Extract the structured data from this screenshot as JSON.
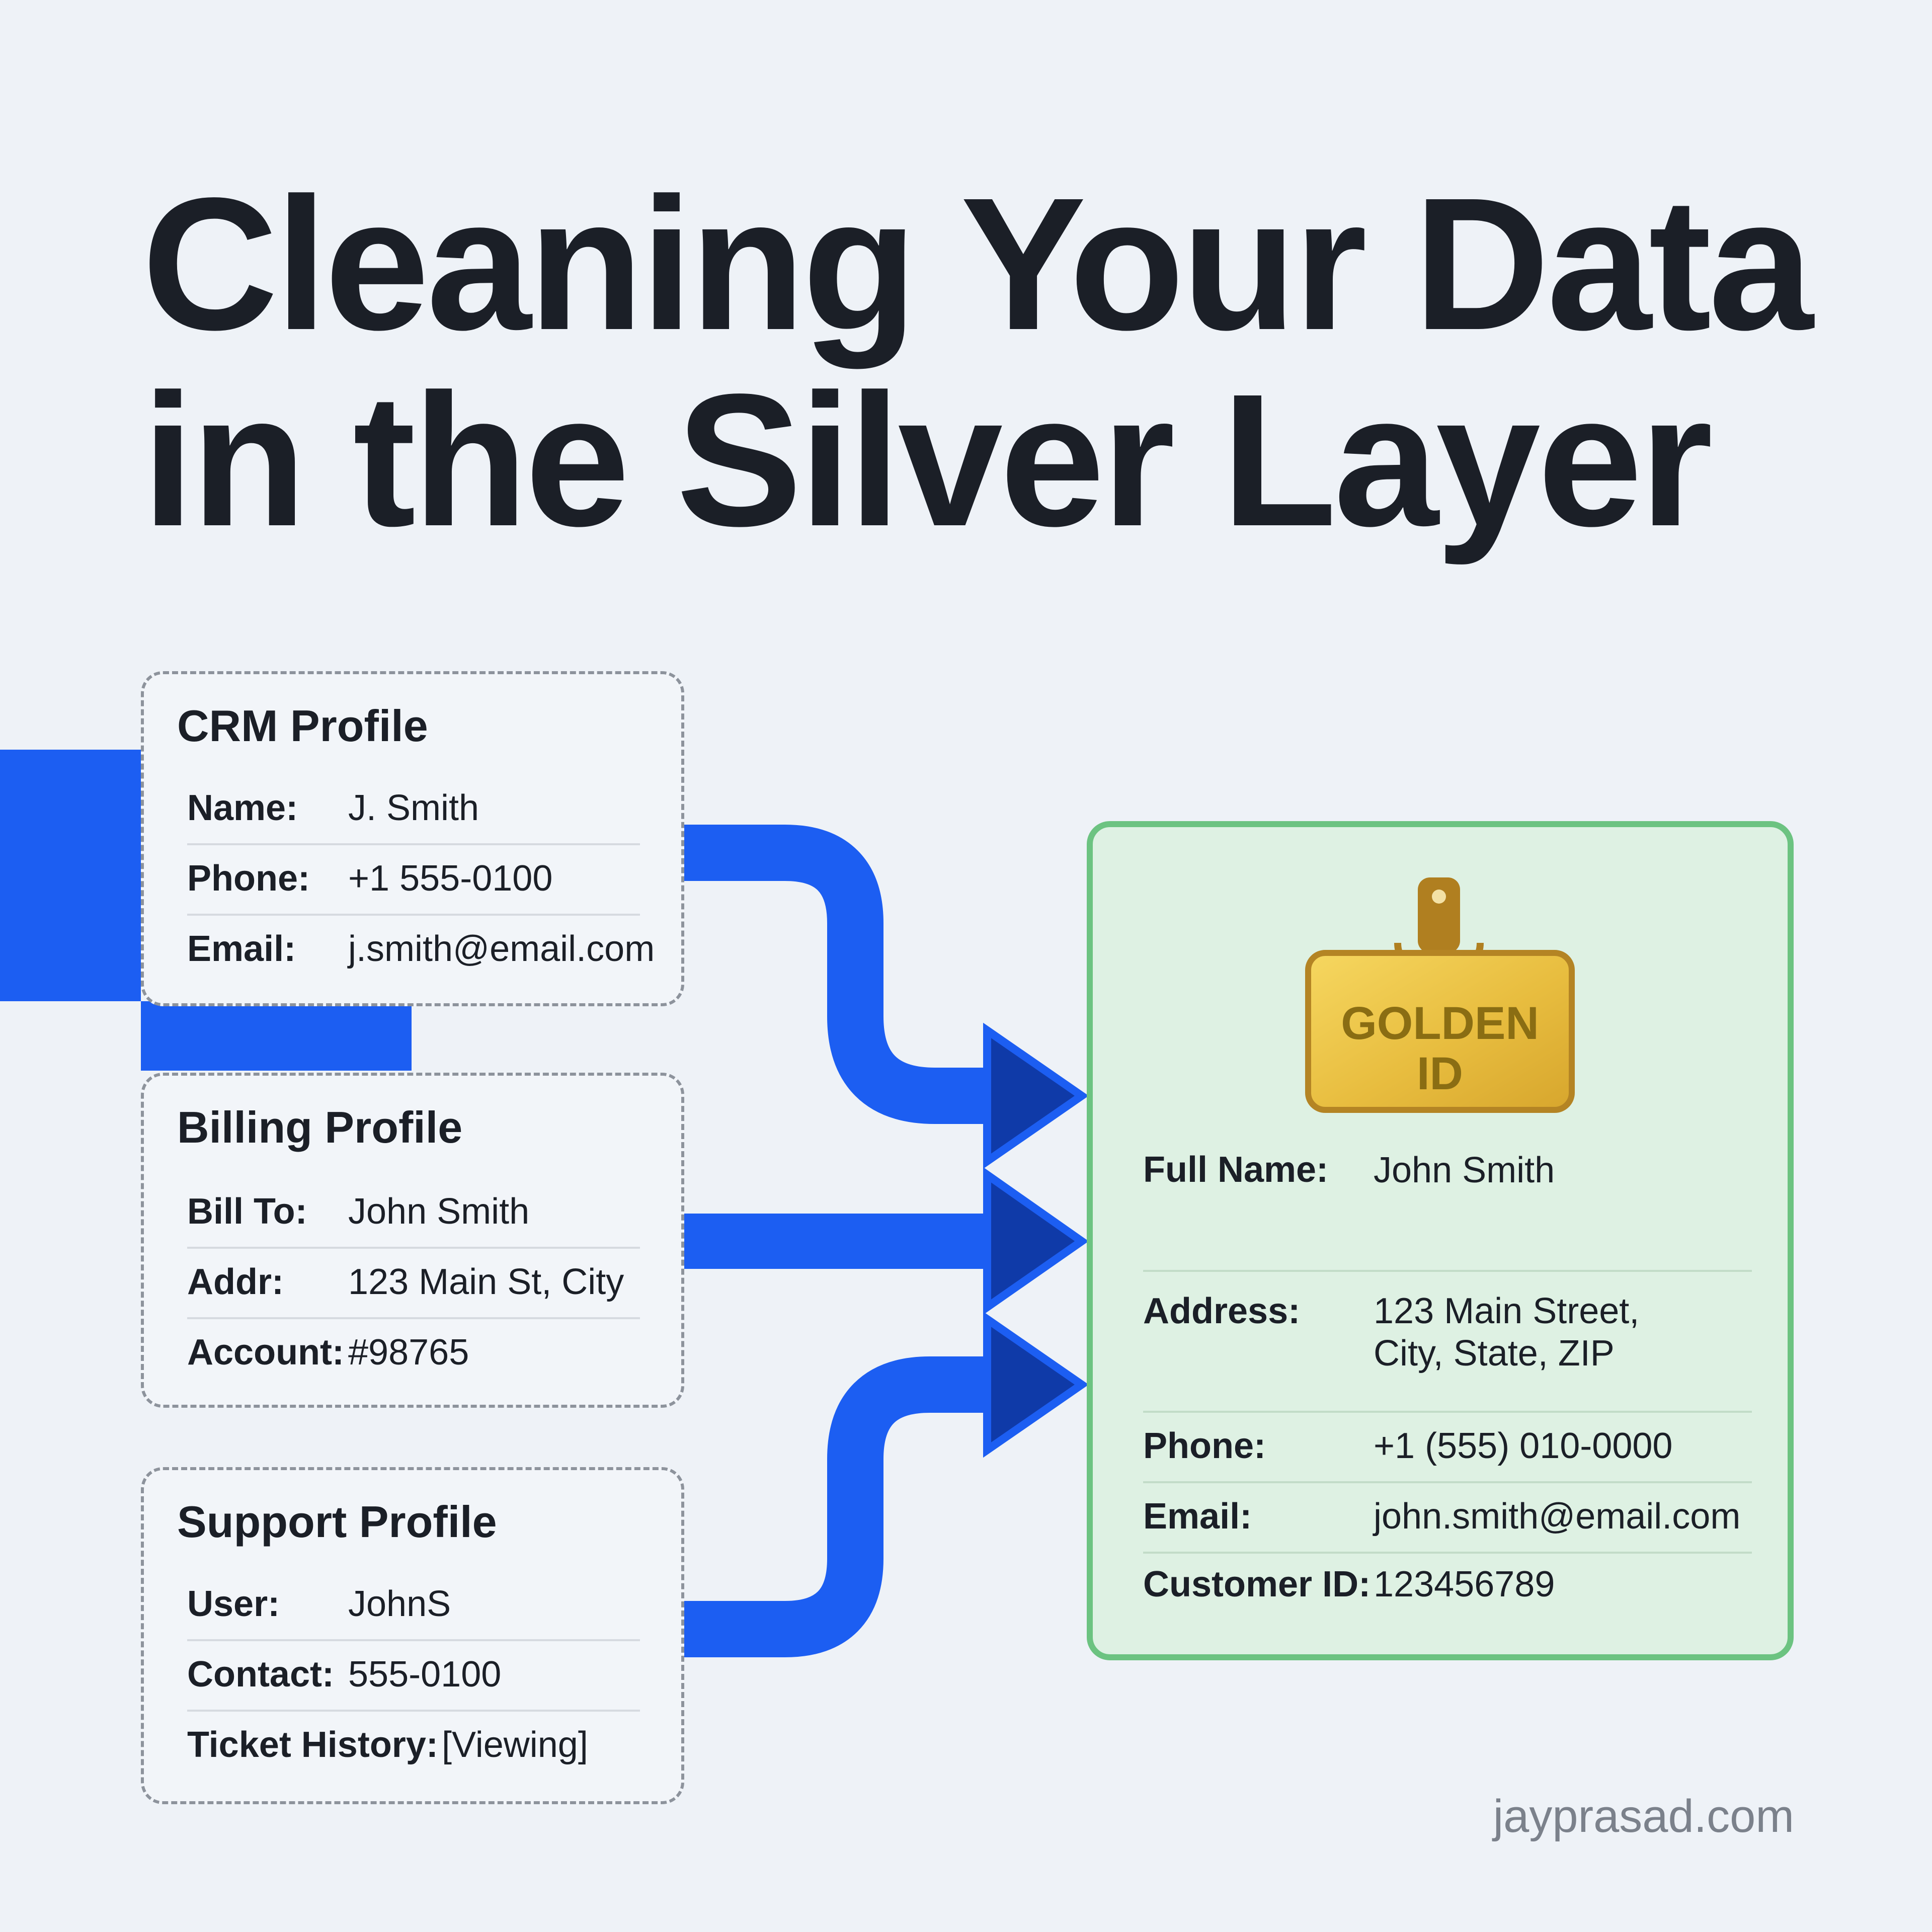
{
  "title": {
    "line1": "Cleaning Your Data",
    "line2": "in the Silver Layer"
  },
  "source_cards": [
    {
      "title": "CRM Profile",
      "rows": [
        {
          "label": "Name:",
          "value": "J. Smith"
        },
        {
          "label": "Phone:",
          "value": "+1 555-0100"
        },
        {
          "label": "Email:",
          "value": "j.smith@email.com"
        }
      ]
    },
    {
      "title": "Billing Profile",
      "rows": [
        {
          "label": "Bill To:",
          "value": "John Smith"
        },
        {
          "label": "Addr:",
          "value": "123 Main St, City"
        },
        {
          "label": "Account:",
          "value": "#98765"
        }
      ]
    },
    {
      "title": "Support Profile",
      "rows": [
        {
          "label": "User:",
          "value": "JohnS"
        },
        {
          "label": "Contact:",
          "value": "555-0100"
        },
        {
          "label": "Ticket History:",
          "value": "[Viewing]"
        }
      ]
    }
  ],
  "golden_record": {
    "badge": {
      "line1": "GOLDEN",
      "line2": "ID"
    },
    "rows": [
      {
        "label": "Full Name:",
        "value": "John Smith"
      },
      {
        "label": "Address:",
        "value_line1": "123 Main Street,",
        "value_line2": "City, State, ZIP"
      },
      {
        "label": "Phone:",
        "value": "+1 (555) 010-0000"
      },
      {
        "label": "Email:",
        "value": "john.smith@email.com"
      },
      {
        "label": "Customer ID:",
        "value": "123456789"
      }
    ]
  },
  "colors": {
    "flow_blue": "#1c5ef2",
    "arrowhead_dark": "#0f3aa8",
    "golden_border": "#6cc381",
    "badge_gold": "#e8bd3f"
  },
  "footer": "jayprasad.com"
}
